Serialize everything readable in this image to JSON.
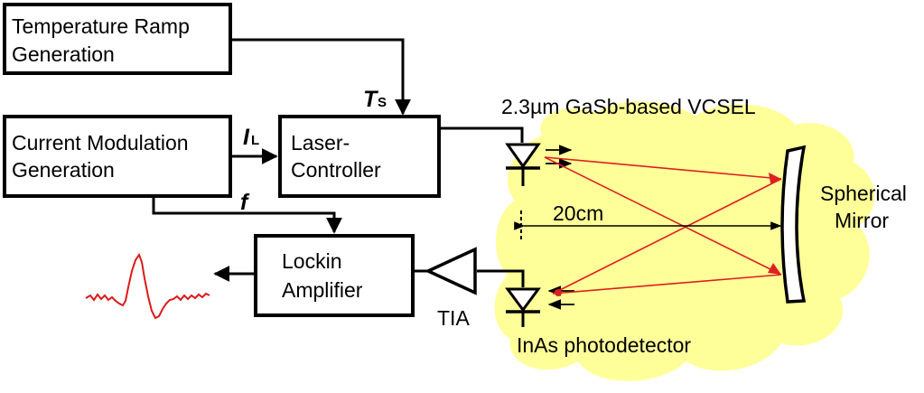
{
  "blocks": {
    "temperature_ramp": {
      "line1": "Temperature Ramp",
      "line2": "Generation"
    },
    "current_modulation": {
      "line1": "Current Modulation",
      "line2": "Generation"
    },
    "laser_controller": {
      "line1": "Laser-",
      "line2": "Controller"
    },
    "lockin_amplifier": {
      "line1": "Lockin",
      "line2": "Amplifier"
    }
  },
  "signals": {
    "ts_main": "T",
    "ts_sub": "S",
    "il_main": "I",
    "il_sub": "L",
    "f": "f"
  },
  "components": {
    "vcsel": "2.3µm GaSb-based VCSEL",
    "photodetector": "InAs photodetector",
    "tia": "TIA",
    "mirror_line1": "Spherical",
    "mirror_line2": "Mirror"
  },
  "distance": "20cm",
  "colors": {
    "cloud": "#ffff99",
    "beam": "#dd2020",
    "signal_trace": "#dd1a1a"
  }
}
